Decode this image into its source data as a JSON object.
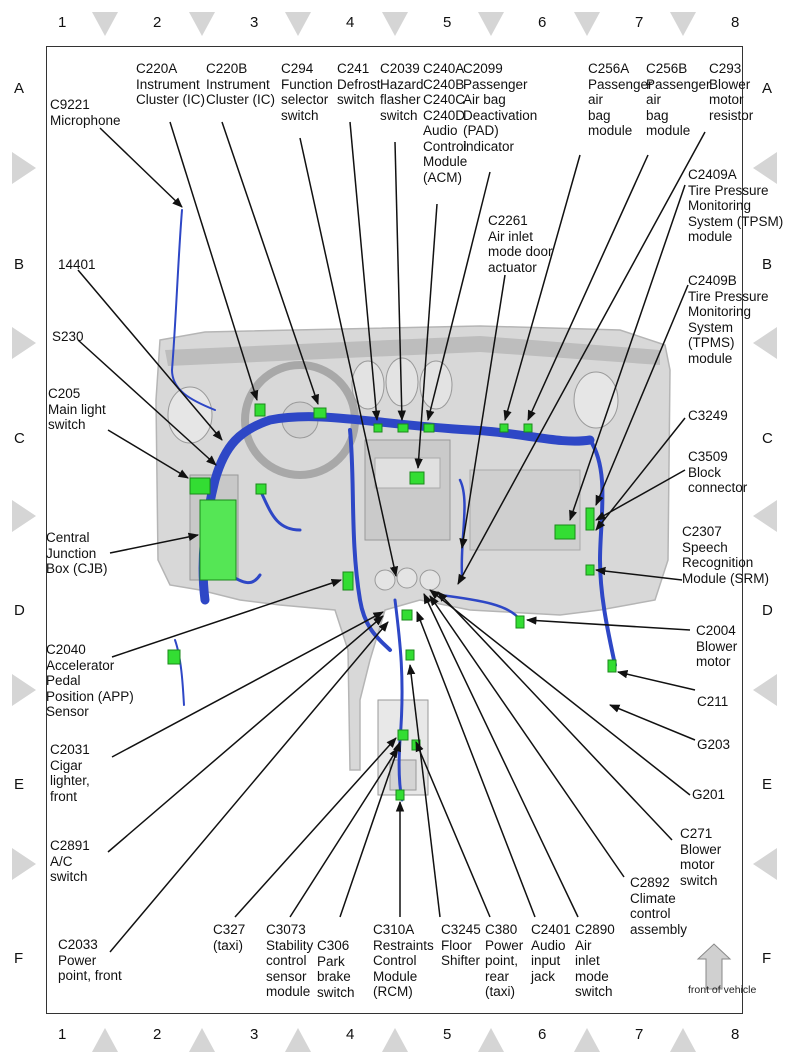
{
  "grid": {
    "columns": [
      "1",
      "2",
      "3",
      "4",
      "5",
      "6",
      "7",
      "8"
    ],
    "rows": [
      "A",
      "B",
      "C",
      "D",
      "E",
      "F"
    ]
  },
  "labels": [
    {
      "id": "c9221",
      "text": "C9221\nMicrophone"
    },
    {
      "id": "c220a",
      "text": "C220A\nInstrument\nCluster (IC)"
    },
    {
      "id": "c220b",
      "text": "C220B\nInstrument\nCluster (IC)"
    },
    {
      "id": "c294",
      "text": "C294\nFunction\nselector\nswitch"
    },
    {
      "id": "c241",
      "text": "C241\nDefrost\nswitch"
    },
    {
      "id": "c2039",
      "text": "C2039\nHazard\nflasher\nswitch"
    },
    {
      "id": "c240",
      "text": "C240A\nC240B\nC240C\nC240D\nAudio\nControl\nModule\n(ACM)"
    },
    {
      "id": "c2099",
      "text": "C2099\nPassenger\nAir bag\nDeactivation\n(PAD)\nindicator"
    },
    {
      "id": "c2261",
      "text": "C2261\nAir inlet\nmode door\nactuator"
    },
    {
      "id": "c256a",
      "text": "C256A\nPassenger\nair\nbag\nmodule"
    },
    {
      "id": "c256b",
      "text": "C256B\nPassenger\nair\nbag\nmodule"
    },
    {
      "id": "c293",
      "text": "C293\nBlower\nmotor\nresistor"
    },
    {
      "id": "c2409a",
      "text": "C2409A\nTire Pressure\nMonitoring\nSystem (TPSM)\nmodule"
    },
    {
      "id": "c2409b",
      "text": "C2409B\nTire Pressure\nMonitoring\nSystem\n(TPMS)\nmodule"
    },
    {
      "id": "c3249",
      "text": "C3249"
    },
    {
      "id": "c3509",
      "text": "C3509\nBlock\nconnector"
    },
    {
      "id": "c2307",
      "text": "C2307\nSpeech\nRecognition\nModule (SRM)"
    },
    {
      "id": "c2004",
      "text": "C2004\nBlower\nmotor"
    },
    {
      "id": "c211",
      "text": "C211"
    },
    {
      "id": "g203",
      "text": "G203"
    },
    {
      "id": "g201",
      "text": "G201"
    },
    {
      "id": "c271",
      "text": "C271\nBlower\nmotor\nswitch"
    },
    {
      "id": "c2892",
      "text": "C2892\nClimate\ncontrol\nassembly"
    },
    {
      "id": "c2890",
      "text": "C2890\nAir\ninlet\nmode\nswitch"
    },
    {
      "id": "c2401",
      "text": "C2401\nAudio\ninput\njack"
    },
    {
      "id": "c380",
      "text": "C380\nPower\npoint,\nrear\n(taxi)"
    },
    {
      "id": "c3245",
      "text": "C3245\nFloor\nShifter"
    },
    {
      "id": "c310a",
      "text": "C310A\nRestraints\nControl\nModule\n(RCM)"
    },
    {
      "id": "c306",
      "text": "C306\nPark\nbrake\nswitch"
    },
    {
      "id": "c3073",
      "text": "C3073\nStability\ncontrol\nsensor\nmodule"
    },
    {
      "id": "c327",
      "text": "C327\n(taxi)"
    },
    {
      "id": "c2033",
      "text": "C2033\nPower\npoint, front"
    },
    {
      "id": "c2891",
      "text": "C2891\nA/C\nswitch"
    },
    {
      "id": "c2031",
      "text": "C2031\nCigar\nlighter,\nfront"
    },
    {
      "id": "c2040",
      "text": "C2040\nAccelerator\nPedal\nPosition (APP)\nSensor"
    },
    {
      "id": "cjb",
      "text": "Central\nJunction\nBox (CJB)"
    },
    {
      "id": "c205",
      "text": "C205\nMain light\nswitch"
    },
    {
      "id": "s230",
      "text": "S230"
    },
    {
      "id": "n14401",
      "text": "14401"
    }
  ],
  "footer": {
    "front_of_vehicle": "front of vehicle"
  },
  "colors": {
    "harness": "#2e47c6",
    "connector": "#33dd33",
    "dash": "#c9c9c9",
    "frame": "#d5d5d5"
  }
}
